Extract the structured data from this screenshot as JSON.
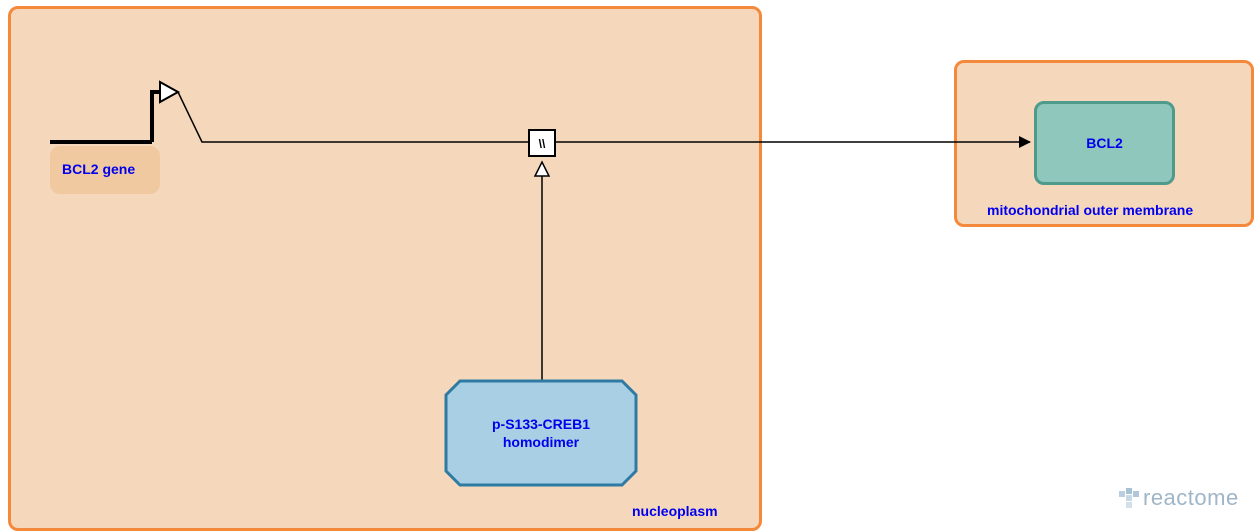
{
  "compartments": {
    "nucleoplasm": "nucleoplasm",
    "mito": "mitochondrial outer membrane"
  },
  "nodes": {
    "gene": "BCL2 gene",
    "protein": "BCL2",
    "complex_line1": "p-S133-CREB1",
    "complex_line2": "homodimer"
  },
  "reaction": {
    "symbol": "\\\\"
  },
  "watermark": "reactome",
  "colors": {
    "compartment_fill": "#f5d8bc",
    "compartment_border": "#f4893b",
    "protein_fill": "#8fc7bc",
    "complex_fill": "#a8cfe3",
    "label_text": "#0000ee"
  }
}
